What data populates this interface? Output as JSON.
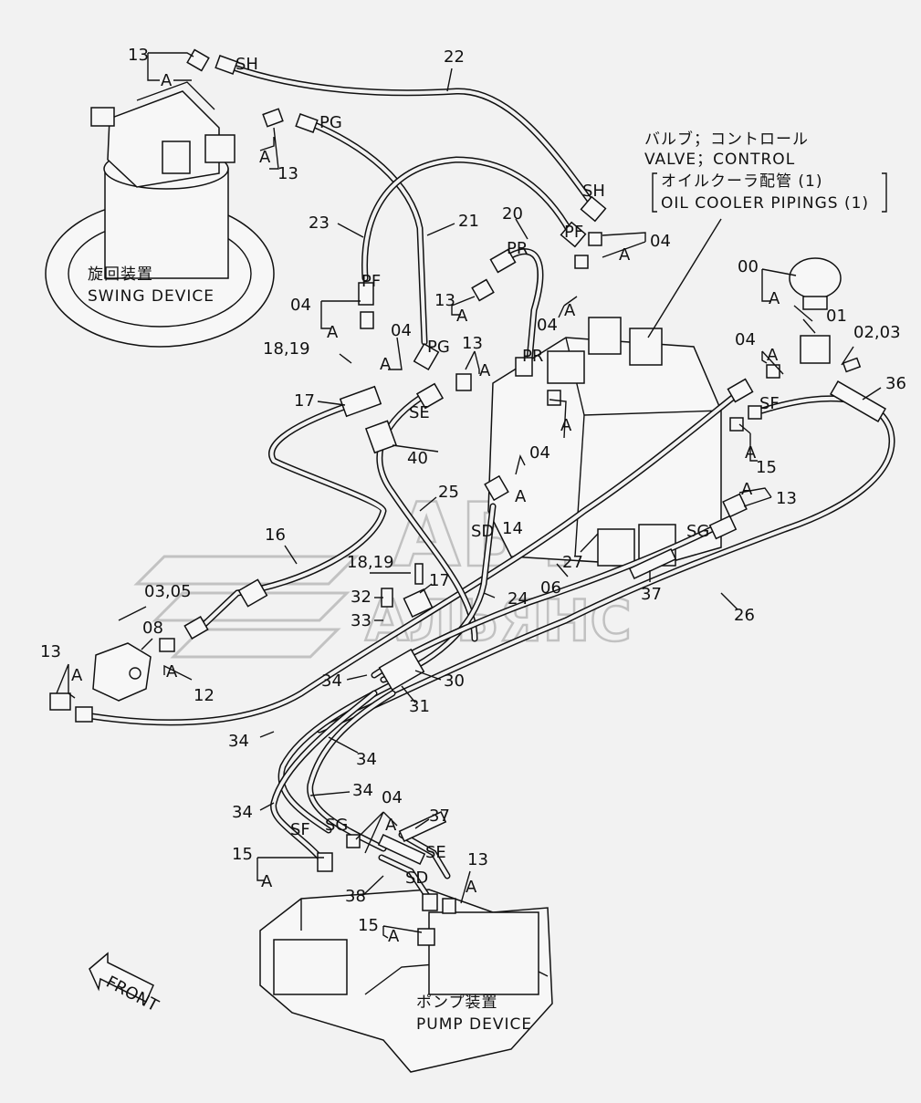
{
  "labels": {
    "swing_jp": "旋回装置",
    "swing_en": "SWING DEVICE",
    "valve_jp": "バルブ；コントロール",
    "valve_en": "VALVE；CONTROL",
    "oilcooler_jp": "オイルクーラ配管 (1)",
    "oilcooler_en": "OIL COOLER PIPINGS (1)",
    "pump_jp": "ポンプ装置",
    "pump_en": "PUMP DEVICE",
    "front": "FRONT"
  },
  "ports": {
    "sh": "SH",
    "pg": "PG",
    "pf": "PF",
    "pr": "PR",
    "se": "SE",
    "sd": "SD",
    "sf": "SF",
    "sg": "SG",
    "a": "A"
  },
  "callouts": {
    "n00": "00",
    "n01": "01",
    "n0203": "02,03",
    "n0305": "03,05",
    "n04": "04",
    "n06": "06",
    "n08": "08",
    "n12": "12",
    "n13": "13",
    "n14": "14",
    "n15": "15",
    "n16": "16",
    "n17": "17",
    "n1819": "18,19",
    "n20": "20",
    "n21": "21",
    "n22": "22",
    "n23": "23",
    "n24": "24",
    "n25": "25",
    "n26": "26",
    "n27": "27",
    "n30": "30",
    "n31": "31",
    "n32": "32",
    "n33": "33",
    "n34": "34",
    "n36": "36",
    "n37": "37",
    "n38": "38",
    "n40": "40"
  },
  "watermark": {
    "line1": "АВТО",
    "line2": "АЛЬЯНС"
  }
}
